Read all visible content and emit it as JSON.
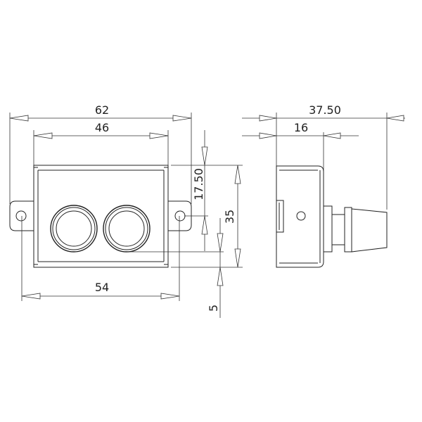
{
  "drawing": {
    "front_view": {
      "overall_width": "62",
      "body_width": "46",
      "mount_hole_spacing": "54",
      "hole_center_height": "17.50",
      "body_height": "35",
      "offset": "5"
    },
    "side_view": {
      "overall_depth": "37.50",
      "body_depth": "16"
    },
    "colors": {
      "line": "#222222",
      "background": "#ffffff"
    }
  }
}
